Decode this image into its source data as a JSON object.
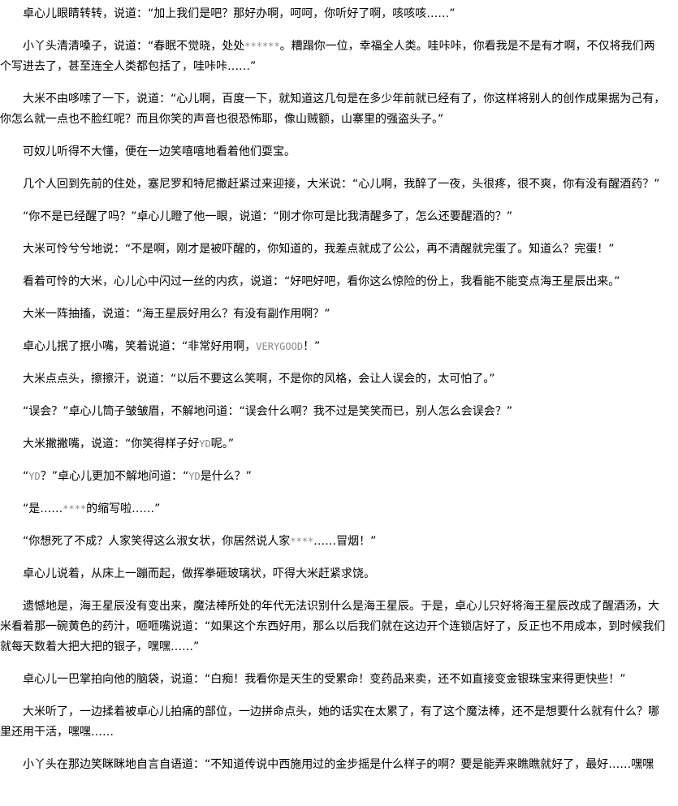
{
  "paragraphs": [
    [
      {
        "t": "卓心儿眼睛转转，说道：“加上我们是吧？那好办啊，呵呵，你听好了啊，咳咳咳……”"
      }
    ],
    [
      {
        "t": "小丫头清清嗓子，说道：“春眠不觉晓，处处"
      },
      {
        "t": "******",
        "g": true
      },
      {
        "t": "。糟蹋你一位，幸福全人类。哇咔咔，你看我是不是有才啊，不仅将我们两个写进去了，甚至连全人类都包括了，哇咔咔……”"
      }
    ],
    [
      {
        "t": "大米不由哆嗦了一下，说道：“心儿啊，百度一下，就知道这几句是在多少年前就已经有了，你这样将别人的创作成果据为己有，你怎么就一点也不脸红呢？而且你笑的声音也很恐怖耶，像山贼额，山寨里的强盗头子。”"
      }
    ],
    [
      {
        "t": "可奴儿听得不大懂，便在一边笑嘻嘻地看着他们耍宝。"
      }
    ],
    [
      {
        "t": "几个人回到先前的住处，塞尼罗和特尼撒赶紧过来迎接，大米说：“心儿啊，我醉了一夜，头很疼，很不爽，你有没有醒酒药？”"
      }
    ],
    [
      {
        "t": "“你不是已经醒了吗？”卓心儿瞪了他一眼，说道：“刚才你可是比我清醒多了，怎么还要醒酒的？”"
      }
    ],
    [
      {
        "t": "大米可怜兮兮地说：“不是啊，刚才是被吓醒的，你知道的，我差点就成了公公，再不清醒就完蛋了。知道么？完蛋！”"
      }
    ],
    [
      {
        "t": "看着可怜的大米，心儿心中闪过一丝的内疚，说道：“好吧好吧，看你这么惊险的份上，我看能不能变点海王星辰出来。”"
      }
    ],
    [
      {
        "t": "大米一阵抽搐，说道：“海王星辰好用么？有没有副作用啊？”"
      }
    ],
    [
      {
        "t": "卓心儿抿了抿小嘴，笑着说道：“非常好用啊，"
      },
      {
        "t": "VERYGOOD",
        "g": true
      },
      {
        "t": "！”"
      }
    ],
    [
      {
        "t": "大米点点头，擦擦汗，说道：“以后不要这么笑啊，不是你的风格，会让人误会的，太可怕了。”"
      }
    ],
    [
      {
        "t": "“误会？”卓心儿筒子皱皱眉，不解地问道：“误会什么啊？我不过是笑笑而已，别人怎么会误会？”"
      }
    ],
    [
      {
        "t": "大米撇撇嘴，说道：“你笑得样子好"
      },
      {
        "t": "YD",
        "g": true
      },
      {
        "t": "呢。”"
      }
    ],
    [
      {
        "t": "“"
      },
      {
        "t": "YD",
        "g": true
      },
      {
        "t": "？”卓心儿更加不解地问道：“"
      },
      {
        "t": "YD",
        "g": true
      },
      {
        "t": "是什么？”"
      }
    ],
    [
      {
        "t": "“是……"
      },
      {
        "t": "****",
        "g": true
      },
      {
        "t": "的缩写啦……”"
      }
    ],
    [
      {
        "t": "“你想死了不成？人家笑得这么淑女状，你居然说人家"
      },
      {
        "t": "****",
        "g": true
      },
      {
        "t": "……冒烟！”"
      }
    ],
    [
      {
        "t": "卓心儿说着，从床上一蹦而起，做挥拳砸玻璃状，吓得大米赶紧求饶。"
      }
    ],
    [
      {
        "t": "遗憾地是，海王星辰没有变出来，魔法棒所处的年代无法识别什么是海王星辰。于是，卓心儿只好将海王星辰改成了醒酒汤，大米看着那一碗黄色的药汁，咂咂嘴说道：“如果这个东西好用，那么以后我们就在这边开个连锁店好了，反正也不用成本，到时候我们就每天数着大把大把的银子，嘿嘿……”"
      }
    ],
    [
      {
        "t": "卓心儿一巴掌拍向他的脑袋，说道：“白痴！我看你是天生的受累命！变药品来卖，还不如直接变金银珠宝来得更快些！”"
      }
    ],
    [
      {
        "t": "大米听了，一边揉着被卓心儿拍痛的部位，一边拼命点头，她的话实在太累了，有了这个魔法棒，还不是想要什么就有什么？哪里还用干活，嘿嘿……"
      }
    ],
    [
      {
        "t": "小丫头在那边笑眯眯地自言自语道：“不知道传说中西施用过的金步摇是什么样子的啊？要是能弄来瞧瞧就好了，最好……嘿嘿"
      }
    ]
  ]
}
